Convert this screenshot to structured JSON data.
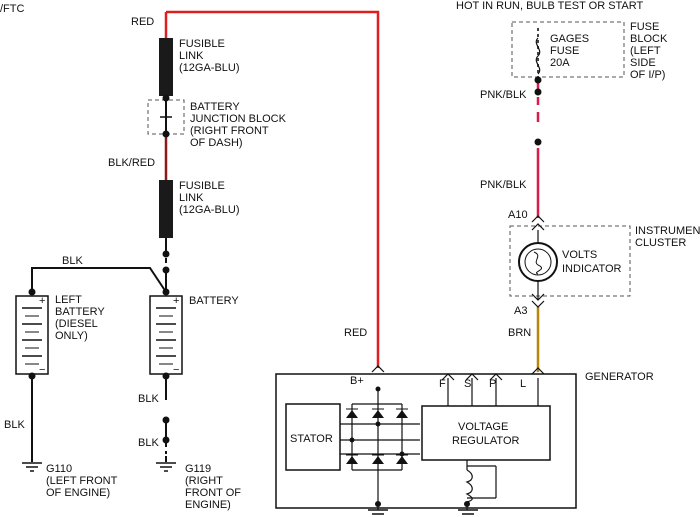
{
  "colors": {
    "red_wire": "#dd1f1f",
    "pnk_blk_wire": "#d81c4c",
    "brn_wire": "#b8860b",
    "blk_wire": "#111111",
    "dashed_box": "#555555"
  },
  "labels": {
    "top_left_fragment": "/FTC",
    "top_right_caption": "HOT IN RUN, BULB TEST OR START",
    "red_top": "RED",
    "red_bottom": "RED",
    "fusible_link_1": [
      "FUSIBLE",
      "LINK",
      "(12GA-BLU)"
    ],
    "battery_junction": [
      "BATTERY",
      "JUNCTION BLOCK",
      "(RIGHT FRONT",
      "OF DASH)"
    ],
    "blk_red": "BLK/RED",
    "fusible_link_2": [
      "FUSIBLE",
      "LINK",
      "(12GA-BLU)"
    ],
    "blk_top": "BLK",
    "left_battery": [
      "LEFT",
      "BATTERY",
      "(DIESEL",
      "ONLY)"
    ],
    "battery": "BATTERY",
    "blk_left": "BLK",
    "blk_mid_1": "BLK",
    "blk_mid_2": "BLK",
    "g110": [
      "G110",
      "(LEFT FRONT",
      "OF ENGINE)"
    ],
    "g119": [
      "G119",
      "(RIGHT",
      "FRONT OF",
      "ENGINE)"
    ],
    "gages_fuse": [
      "GAGES",
      "FUSE",
      "20A"
    ],
    "fuse_block": [
      "FUSE",
      "BLOCK",
      "(LEFT",
      "SIDE",
      "OF I/P)"
    ],
    "pnk_blk_1": "PNK/BLK",
    "pnk_blk_2": "PNK/BLK",
    "a10": "A10",
    "instrument_cluster": [
      "INSTRUMENT",
      "CLUSTER"
    ],
    "volts_indicator": [
      "VOLTS",
      "INDICATOR"
    ],
    "a3": "A3",
    "brn": "BRN",
    "generator": "GENERATOR",
    "terminals": [
      "B+",
      "F",
      "S",
      "P",
      "L"
    ],
    "stator": "STATOR",
    "voltage_regulator": [
      "VOLTAGE",
      "REGULATOR"
    ],
    "plus": "+",
    "minus": "−"
  }
}
